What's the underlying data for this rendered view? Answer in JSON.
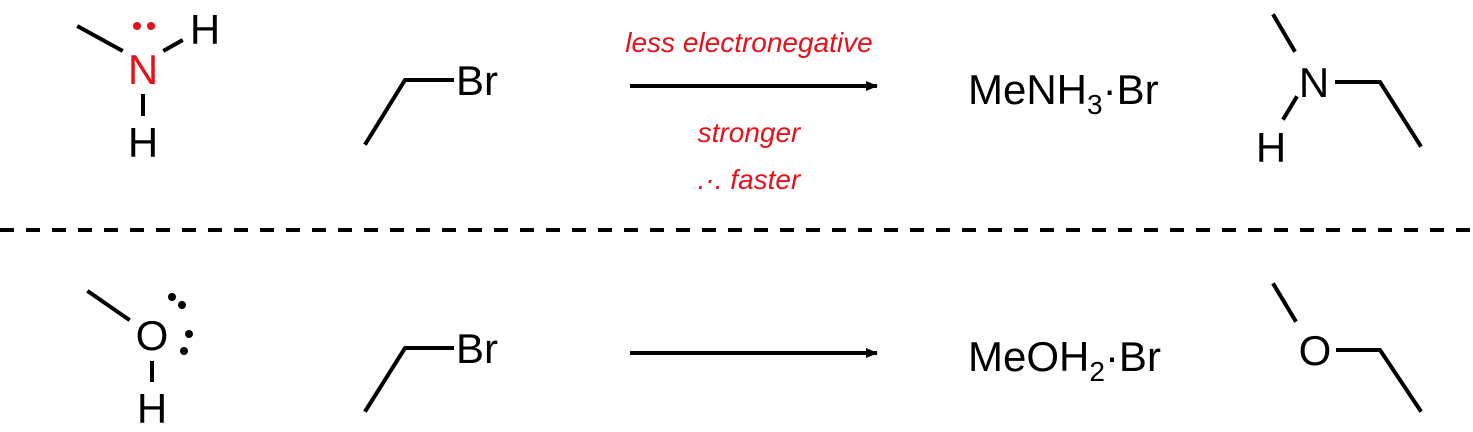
{
  "colors": {
    "ink": "#000000",
    "highlight": "#e8101a",
    "background": "#ffffff"
  },
  "top_reaction": {
    "nucleophile": {
      "central_atom": "N",
      "hydrogen_right": "H",
      "hydrogen_bottom": "H",
      "lone_pair_highlighted": true
    },
    "electrophile": {
      "leaving_group": "Br"
    },
    "arrow": {
      "label_above": "less electronegative",
      "label_below_line1": "stronger",
      "label_below_line2": ".·. faster"
    },
    "salt": {
      "prefix": "MeNH",
      "subscript": "3",
      "suffix": "·Br"
    },
    "product": {
      "heteroatom": "N",
      "hydrogen": "H"
    }
  },
  "bottom_reaction": {
    "nucleophile": {
      "central_atom": "O",
      "hydrogen_bottom": "H",
      "lone_pairs": 2
    },
    "electrophile": {
      "leaving_group": "Br"
    },
    "salt": {
      "prefix": "MeOH",
      "subscript": "2",
      "suffix": "·Br"
    },
    "product": {
      "heteroatom": "O"
    }
  },
  "separator": {
    "style": "dashed"
  }
}
